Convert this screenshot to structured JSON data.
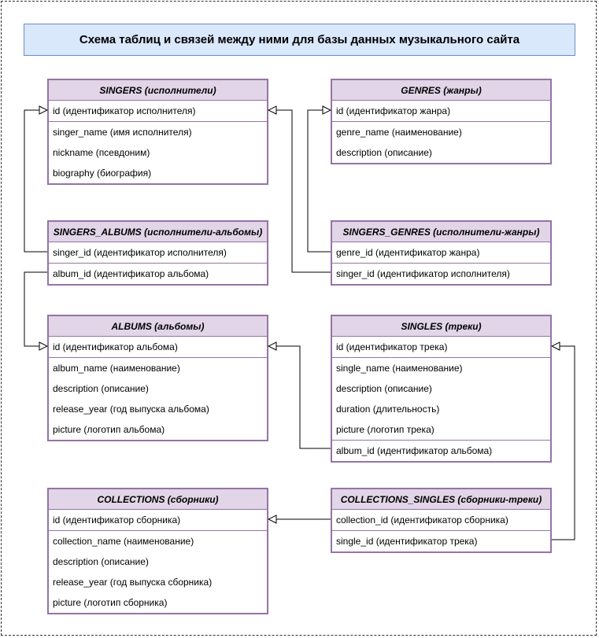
{
  "title": "Схема таблиц и связей между ними для базы данных музыкального сайта",
  "tables": {
    "singers": {
      "name": "SINGERS (исполнители)",
      "fields": [
        "id (идентификатор исполнителя)",
        "singer_name (имя исполнителя)",
        "nickname (псевдоним)",
        "biography (биография)"
      ]
    },
    "genres": {
      "name": "GENRES (жанры)",
      "fields": [
        "id (идентификатор жанра)",
        "genre_name (наименование)",
        "description (описание)"
      ]
    },
    "singers_albums": {
      "name": "SINGERS_ALBUMS (исполнители-альбомы)",
      "fields": [
        "singer_id (идентификатор исполнителя)",
        "album_id (идентификатор альбома)"
      ]
    },
    "singers_genres": {
      "name": "SINGERS_GENRES (исполнители-жанры)",
      "fields": [
        "genre_id (идентификатор жанра)",
        "singer_id (идентификатор исполнителя)"
      ]
    },
    "albums": {
      "name": "ALBUMS (альбомы)",
      "fields": [
        "id (идентификатор альбома)",
        "album_name (наименование)",
        "description (описание)",
        "release_year (год выпуска альбома)",
        "picture (логотип альбома)"
      ]
    },
    "singles": {
      "name": "SINGLES (треки)",
      "fields": [
        "id (идентификатор трека)",
        "single_name (наименование)",
        "description (описание)",
        "duration (длительность)",
        "picture (логотип трека)",
        "album_id (идентификатор альбома)"
      ]
    },
    "collections": {
      "name": "COLLECTIONS (сборники)",
      "fields": [
        "id (идентификатор сборника)",
        "collection_name (наименование)",
        "description (описание)",
        "release_year (год выпуска сборника)",
        "picture (логотип сборника)"
      ]
    },
    "collections_singles": {
      "name": "COLLECTIONS_SINGLES (сборники-треки)",
      "fields": [
        "collection_id (идентификатор сборника)",
        "single_id (идентификатор трека)"
      ]
    }
  },
  "colors": {
    "table_border": "#9673a6",
    "table_header": "#e1d5e7",
    "title_fill": "#dae8fc",
    "title_border": "#6c8ebf"
  }
}
